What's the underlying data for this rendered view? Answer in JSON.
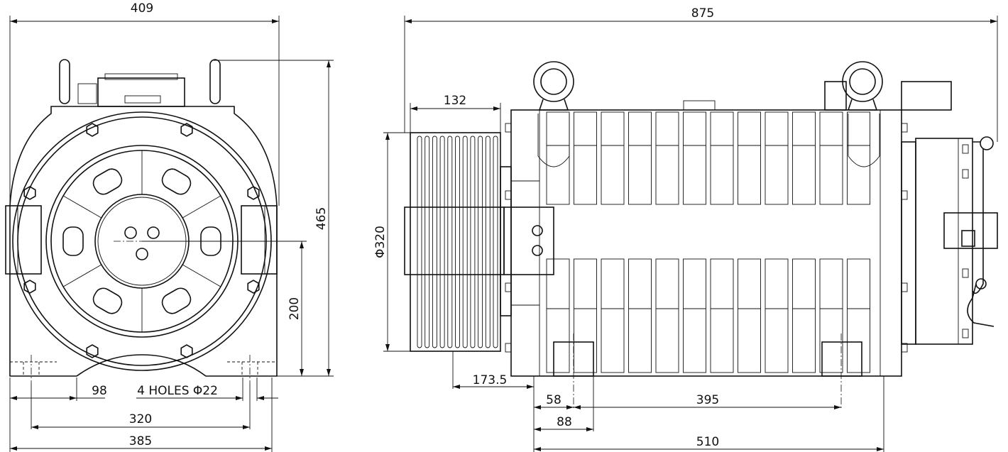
{
  "left_view": {
    "dims": {
      "overall_width": "409",
      "overall_height": "465",
      "shaft_height": "200",
      "foot_offset": "98",
      "holes": "4 HOLES Φ22",
      "hole_spacing": "320",
      "base_width": "385"
    }
  },
  "side_view": {
    "dims": {
      "overall_length": "875",
      "sheave_width": "132",
      "sheave_diameter": "Φ320",
      "sheave_offset": "173.5",
      "foot_hole_offset": "58",
      "hole_spacing": "395",
      "foot_length": "88",
      "base_length": "510"
    }
  }
}
